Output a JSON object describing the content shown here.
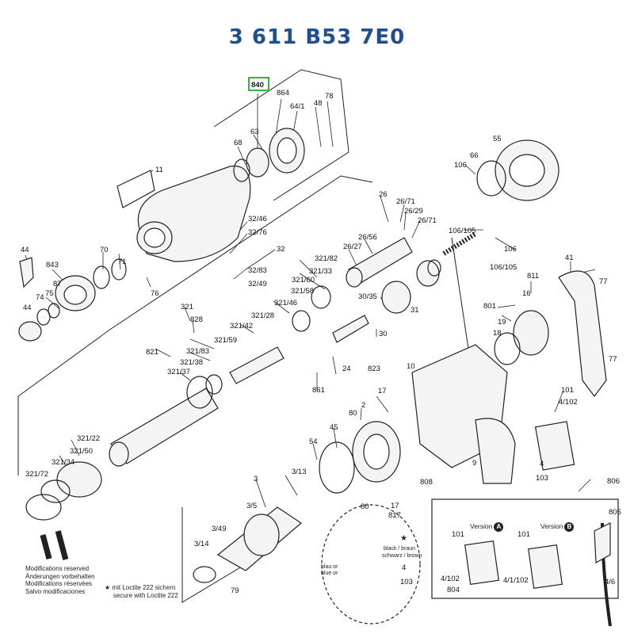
{
  "title": "3 611 B53 7E0",
  "highlight": {
    "label": "840",
    "color": "#3cb043"
  },
  "title_color": "#1f4e92",
  "callouts": [
    {
      "id": "864",
      "text": "864"
    },
    {
      "id": "64_1",
      "text": "64/1"
    },
    {
      "id": "48",
      "text": "48"
    },
    {
      "id": "78",
      "text": "78"
    },
    {
      "id": "63",
      "text": "63"
    },
    {
      "id": "68",
      "text": "68"
    },
    {
      "id": "11",
      "text": "11"
    },
    {
      "id": "44a",
      "text": "44"
    },
    {
      "id": "843",
      "text": "843"
    },
    {
      "id": "70",
      "text": "70"
    },
    {
      "id": "71",
      "text": "71"
    },
    {
      "id": "87",
      "text": "87"
    },
    {
      "id": "74",
      "text": "74"
    },
    {
      "id": "75",
      "text": "75"
    },
    {
      "id": "44b",
      "text": "44"
    },
    {
      "id": "76",
      "text": "76"
    },
    {
      "id": "32_46",
      "text": "32/46"
    },
    {
      "id": "32_76",
      "text": "32/76"
    },
    {
      "id": "32",
      "text": "32"
    },
    {
      "id": "32_83",
      "text": "32/83"
    },
    {
      "id": "32_49",
      "text": "32/49"
    },
    {
      "id": "26",
      "text": "26"
    },
    {
      "id": "26_71a",
      "text": "26/71"
    },
    {
      "id": "26_29",
      "text": "26/29"
    },
    {
      "id": "26_71b",
      "text": "26/71"
    },
    {
      "id": "26_56",
      "text": "26/56"
    },
    {
      "id": "26_27",
      "text": "26/27"
    },
    {
      "id": "321_82",
      "text": "321/82"
    },
    {
      "id": "321_33",
      "text": "321/33"
    },
    {
      "id": "321_60",
      "text": "321/60"
    },
    {
      "id": "321_58",
      "text": "321/58"
    },
    {
      "id": "321_46",
      "text": "321/46"
    },
    {
      "id": "30_35",
      "text": "30/35"
    },
    {
      "id": "31",
      "text": "31"
    },
    {
      "id": "30",
      "text": "30"
    },
    {
      "id": "321",
      "text": "321"
    },
    {
      "id": "828",
      "text": "828"
    },
    {
      "id": "321_42",
      "text": "321/42"
    },
    {
      "id": "321_28",
      "text": "321/28"
    },
    {
      "id": "821",
      "text": "821"
    },
    {
      "id": "321_59",
      "text": "321/59"
    },
    {
      "id": "321_83",
      "text": "321/83"
    },
    {
      "id": "321_38",
      "text": "321/38"
    },
    {
      "id": "321_37",
      "text": "321/37"
    },
    {
      "id": "24",
      "text": "24"
    },
    {
      "id": "823",
      "text": "823"
    },
    {
      "id": "861",
      "text": "861"
    },
    {
      "id": "66",
      "text": "66"
    },
    {
      "id": "55",
      "text": "55"
    },
    {
      "id": "106a",
      "text": "106"
    },
    {
      "id": "106_105a",
      "text": "106/105"
    },
    {
      "id": "106b",
      "text": "106"
    },
    {
      "id": "106_105b",
      "text": "106/105"
    },
    {
      "id": "41",
      "text": "41"
    },
    {
      "id": "77a",
      "text": "77"
    },
    {
      "id": "811",
      "text": "811"
    },
    {
      "id": "16",
      "text": "16"
    },
    {
      "id": "801",
      "text": "801"
    },
    {
      "id": "19",
      "text": "19"
    },
    {
      "id": "18",
      "text": "18"
    },
    {
      "id": "77b",
      "text": "77"
    },
    {
      "id": "101",
      "text": "101"
    },
    {
      "id": "4_102",
      "text": "4/102"
    },
    {
      "id": "4",
      "text": "4"
    },
    {
      "id": "103",
      "text": "103"
    },
    {
      "id": "10",
      "text": "10"
    },
    {
      "id": "17a",
      "text": "17"
    },
    {
      "id": "2",
      "text": "2"
    },
    {
      "id": "80a",
      "text": "80"
    },
    {
      "id": "45",
      "text": "45"
    },
    {
      "id": "54",
      "text": "54"
    },
    {
      "id": "9",
      "text": "9"
    },
    {
      "id": "808",
      "text": "808"
    },
    {
      "id": "806",
      "text": "806"
    },
    {
      "id": "805",
      "text": "805"
    },
    {
      "id": "321_22",
      "text": "321/22"
    },
    {
      "id": "321_50",
      "text": "321/50"
    },
    {
      "id": "321_34",
      "text": "321/34"
    },
    {
      "id": "321_72",
      "text": "321/72"
    },
    {
      "id": "3",
      "text": "3"
    },
    {
      "id": "3_13",
      "text": "3/13"
    },
    {
      "id": "3_5",
      "text": "3/5"
    },
    {
      "id": "80b",
      "text": "80"
    },
    {
      "id": "17b",
      "text": "17"
    },
    {
      "id": "817",
      "text": "817"
    },
    {
      "id": "3_49",
      "text": "3/49"
    },
    {
      "id": "3_14",
      "text": "3/14"
    },
    {
      "id": "79",
      "text": "79"
    },
    {
      "id": "4c",
      "text": "4"
    },
    {
      "id": "103b",
      "text": "103"
    },
    {
      "id": "4_102b",
      "text": "4/102"
    },
    {
      "id": "804",
      "text": "804"
    },
    {
      "id": "4_1_102",
      "text": "4/1/102"
    },
    {
      "id": "4_6",
      "text": "4/6"
    },
    {
      "id": "101b",
      "text": "101"
    },
    {
      "id": "101c",
      "text": "101"
    }
  ],
  "wire_labels": {
    "black_brown": "black / braun",
    "schwarz_brown": "schwarz / brown",
    "blau_or": "blau or",
    "blue_or": "blue or",
    "star": "★"
  },
  "versions": {
    "label": "Version",
    "a": "A",
    "b": "B"
  },
  "notes": {
    "modifications": [
      "Modifications reserved",
      "Änderungen vorbehalten",
      "Modifications réservées",
      "Salvo modificaciones"
    ],
    "loctite": [
      "mit Loctite 222 sichern",
      "secure with Loctite 222"
    ],
    "loctite_star": "★"
  }
}
